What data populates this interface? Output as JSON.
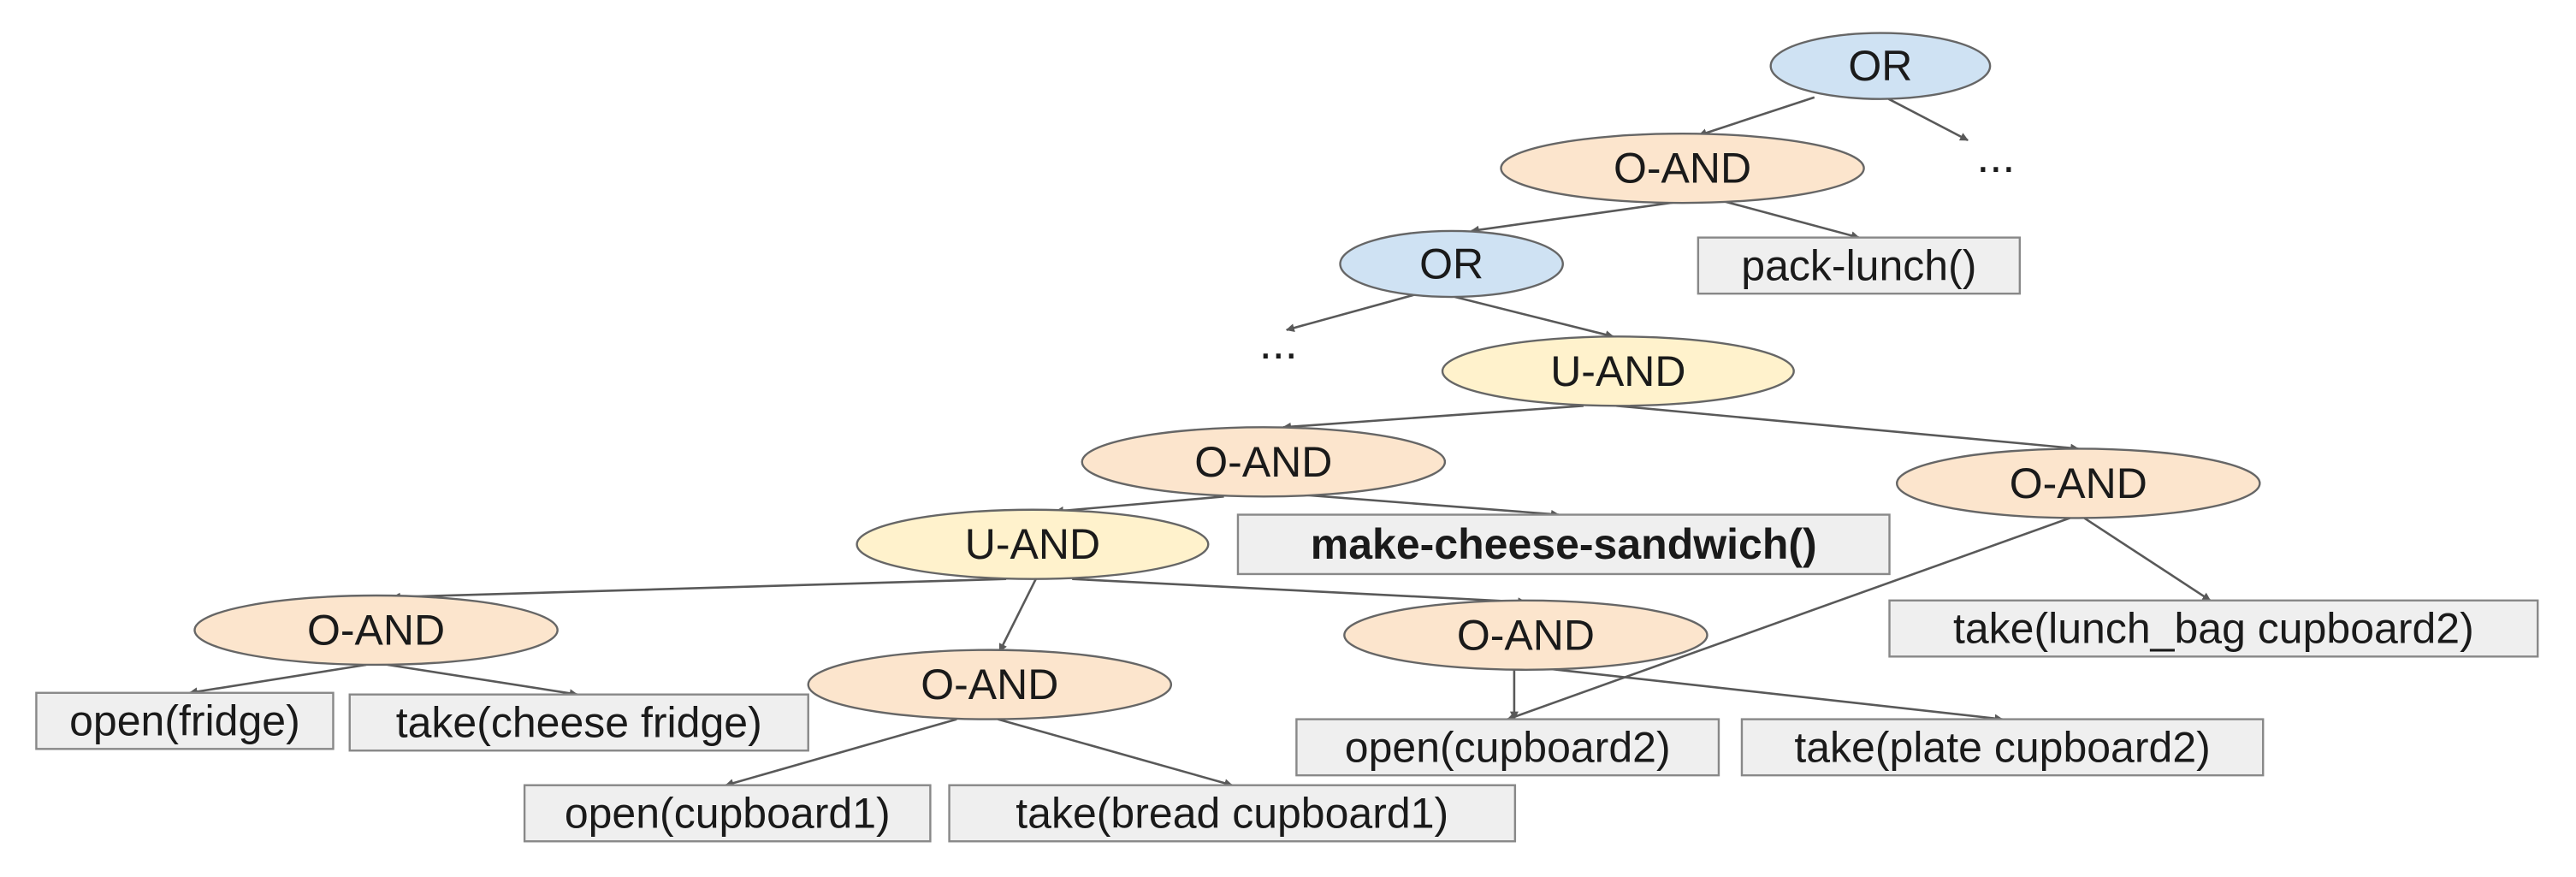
{
  "colors": {
    "or_fill": "#cfe2f3",
    "oand_fill": "#fce5cd",
    "uand_fill": "#fff2cc",
    "node_stroke": "#666666",
    "box_fill": "#efefef",
    "box_stroke": "#888888",
    "edge": "#595959",
    "text": "#1a1a1a"
  },
  "nodes": [
    {
      "id": "or_top",
      "type": "OR",
      "label": "OR"
    },
    {
      "id": "ellipsis_top",
      "type": "ellipsis",
      "label": "..."
    },
    {
      "id": "oand_1",
      "type": "O-AND",
      "label": "O-AND"
    },
    {
      "id": "or_2",
      "type": "OR",
      "label": "OR"
    },
    {
      "id": "pack_lunch",
      "type": "action",
      "label": "pack-lunch()"
    },
    {
      "id": "ellipsis_mid",
      "type": "ellipsis",
      "label": "..."
    },
    {
      "id": "uand_1",
      "type": "U-AND",
      "label": "U-AND"
    },
    {
      "id": "oand_2",
      "type": "O-AND",
      "label": "O-AND"
    },
    {
      "id": "oand_right",
      "type": "O-AND",
      "label": "O-AND"
    },
    {
      "id": "uand_2",
      "type": "U-AND",
      "label": "U-AND"
    },
    {
      "id": "make_sandwich",
      "type": "action",
      "label": "make-cheese-sandwich()",
      "bold": true
    },
    {
      "id": "take_lunch_bag",
      "type": "action",
      "label": "take(lunch_bag cupboard2)"
    },
    {
      "id": "oand_left",
      "type": "O-AND",
      "label": "O-AND"
    },
    {
      "id": "oand_bread",
      "type": "O-AND",
      "label": "O-AND"
    },
    {
      "id": "oand_plate",
      "type": "O-AND",
      "label": "O-AND"
    },
    {
      "id": "open_fridge",
      "type": "action",
      "label": "open(fridge)"
    },
    {
      "id": "take_cheese",
      "type": "action",
      "label": "take(cheese fridge)"
    },
    {
      "id": "open_cupboard2",
      "type": "action",
      "label": "open(cupboard2)"
    },
    {
      "id": "take_plate",
      "type": "action",
      "label": "take(plate cupboard2)"
    },
    {
      "id": "open_cupboard1",
      "type": "action",
      "label": "open(cupboard1)"
    },
    {
      "id": "take_bread",
      "type": "action",
      "label": "take(bread cupboard1)"
    }
  ],
  "edges": [
    {
      "from": "or_top",
      "to": "oand_1"
    },
    {
      "from": "or_top",
      "to": "ellipsis_top"
    },
    {
      "from": "oand_1",
      "to": "or_2"
    },
    {
      "from": "oand_1",
      "to": "pack_lunch"
    },
    {
      "from": "or_2",
      "to": "ellipsis_mid"
    },
    {
      "from": "or_2",
      "to": "uand_1"
    },
    {
      "from": "uand_1",
      "to": "oand_2"
    },
    {
      "from": "uand_1",
      "to": "oand_right"
    },
    {
      "from": "oand_2",
      "to": "uand_2"
    },
    {
      "from": "oand_2",
      "to": "make_sandwich"
    },
    {
      "from": "oand_right",
      "to": "open_cupboard2"
    },
    {
      "from": "oand_right",
      "to": "take_lunch_bag"
    },
    {
      "from": "uand_2",
      "to": "oand_left"
    },
    {
      "from": "uand_2",
      "to": "oand_bread"
    },
    {
      "from": "uand_2",
      "to": "oand_plate"
    },
    {
      "from": "oand_left",
      "to": "open_fridge"
    },
    {
      "from": "oand_left",
      "to": "take_cheese"
    },
    {
      "from": "oand_bread",
      "to": "open_cupboard1"
    },
    {
      "from": "oand_bread",
      "to": "take_bread"
    },
    {
      "from": "oand_plate",
      "to": "open_cupboard2"
    },
    {
      "from": "oand_plate",
      "to": "take_plate"
    }
  ]
}
